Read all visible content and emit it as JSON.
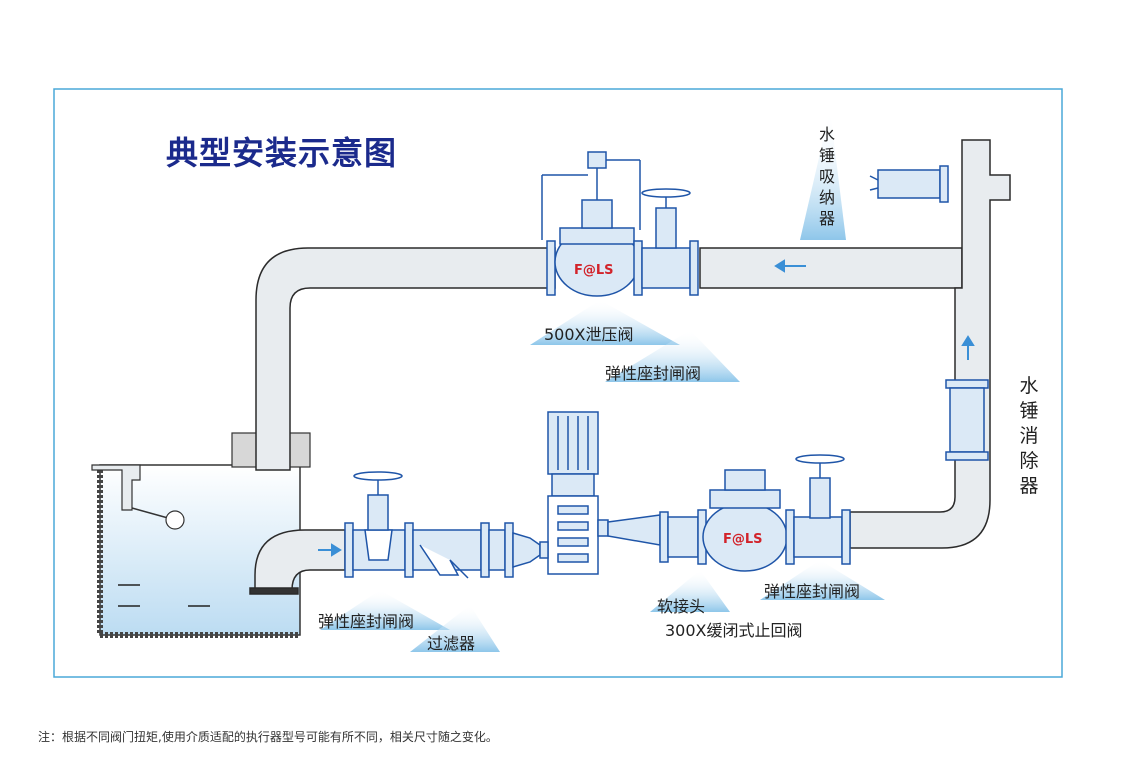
{
  "title": "典型安装示意图",
  "brand": "F@LS",
  "labels": {
    "relief_valve": "500X泄压阀",
    "gate_valve_top": "弹性座封闸阀",
    "gate_valve_left": "弹性座封闸阀",
    "strainer": "过滤器",
    "soft_joint": "软接头",
    "check_valve": "300X缓闭式止回阀",
    "gate_valve_right": "弹性座封闸阀",
    "water_hammer_absorber": "水锤吸纳器",
    "water_hammer_eliminator": "水锤消除器"
  },
  "note": "注：根据不同阀门扭矩,使用介质适配的执行器型号可能有所不同，相关尺寸随之变化。",
  "colors": {
    "frame": "#4aa8d8",
    "pipe_fill": "#e8ecef",
    "pipe_stroke": "#2b2b2b",
    "valve_blue": "#1f55a8",
    "valve_fill": "#dbe9f6",
    "title_color": "#1b2a8c",
    "brand_red": "#d2232a",
    "arrow_blue": "#3a8fd6",
    "water": "#cfe6f5"
  }
}
